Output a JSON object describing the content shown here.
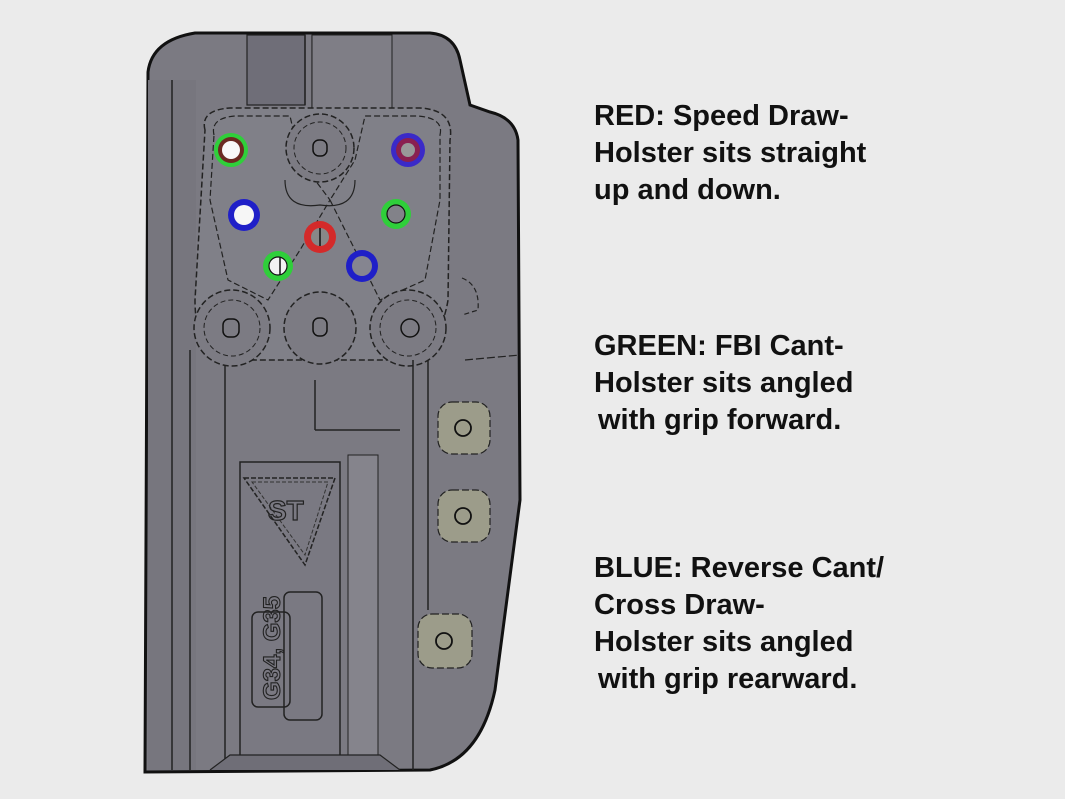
{
  "diagram": {
    "subject": "Holster backplate mounting-hole pattern",
    "background_color": "#ebebeb",
    "shell_color": "#7b7a82",
    "hole_colors": {
      "red": "#d42a2a",
      "green": "#2fcf3a",
      "blue": "#1f1fc8",
      "purple": "#5a1f9e"
    },
    "engraving": {
      "logo": "ST",
      "model_text": "G34, G35"
    }
  },
  "legend": {
    "red": {
      "color": "#d42a2a",
      "lines": [
        "RED: Speed Draw-",
        "Holster sits straight",
        "up and down."
      ]
    },
    "green": {
      "color": "#2fcf3a",
      "lines": [
        "GREEN: FBI Cant-",
        "Holster sits angled",
        "with grip forward."
      ]
    },
    "blue": {
      "color": "#1f1fc8",
      "lines": [
        "BLUE: Reverse Cant/",
        "Cross Draw-",
        "Holster sits angled",
        "with grip rearward."
      ]
    }
  }
}
